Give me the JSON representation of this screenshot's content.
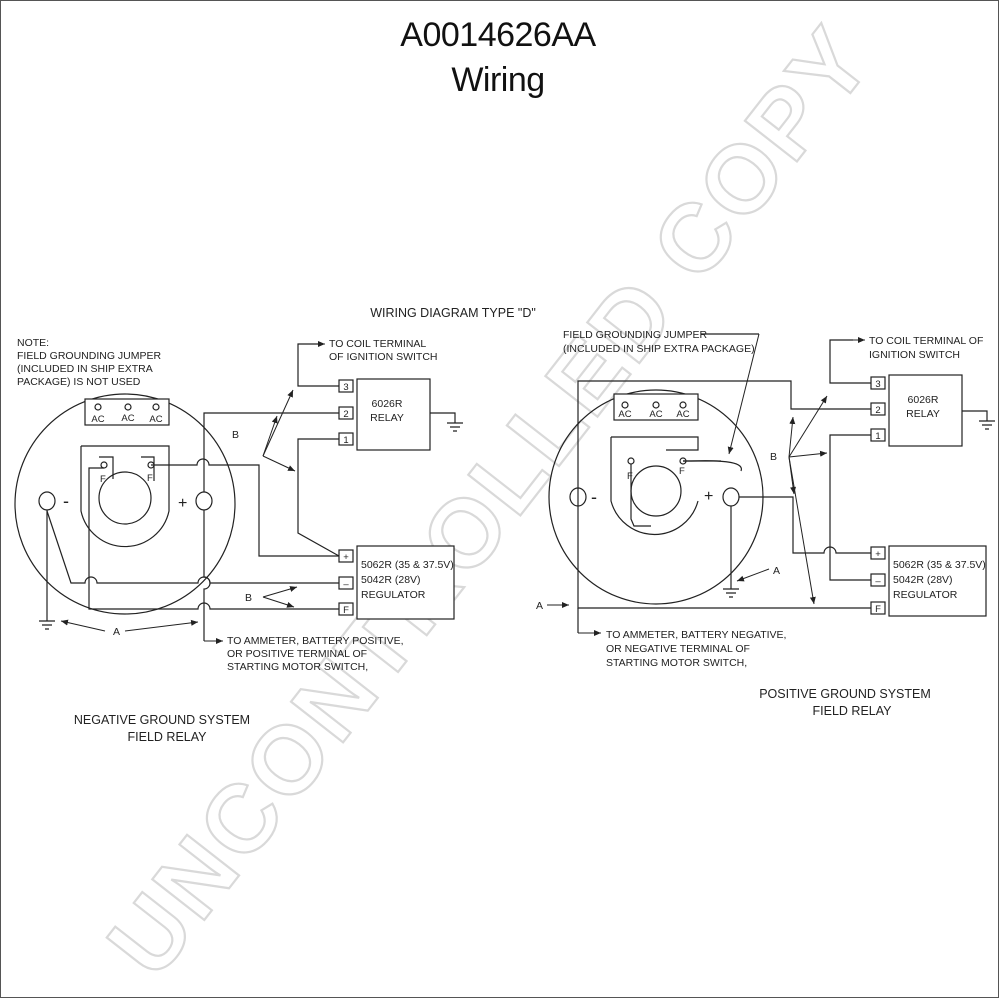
{
  "title": {
    "line1": "A0014626AA",
    "line2": "Wiring"
  },
  "diagram_type": "WIRING DIAGRAM TYPE \"D\"",
  "watermark": "UNCONTROLLED COPY",
  "left": {
    "note_lines": [
      "NOTE:",
      "FIELD GROUNDING JUMPER",
      "(INCLUDED IN SHIP EXTRA",
      "PACKAGE) IS NOT USED"
    ],
    "ac_labels": [
      "AC",
      "AC",
      "AC"
    ],
    "f_labels": [
      "F",
      "F"
    ],
    "minus": "-",
    "plus": "+",
    "coil_lines": [
      "TO COIL TERMINAL",
      "OF IGNITION SWITCH"
    ],
    "relay_name": [
      "6026R",
      "RELAY"
    ],
    "relay_pins": [
      "3",
      "2",
      "1"
    ],
    "regulator_lines": [
      "5062R (35 & 37.5V)",
      "5042R (28V)",
      "REGULATOR"
    ],
    "regulator_pins": [
      "+",
      "–",
      "F"
    ],
    "label_a": "A",
    "label_b1": "B",
    "label_b2": "B",
    "ammeter_lines": [
      "TO AMMETER, BATTERY POSITIVE,",
      "OR POSITIVE TERMINAL OF",
      "STARTING MOTOR SWITCH,"
    ],
    "caption": [
      "NEGATIVE GROUND SYSTEM",
      "FIELD RELAY"
    ]
  },
  "right": {
    "jumper_lines": [
      "FIELD GROUNDING JUMPER",
      "(INCLUDED IN SHIP EXTRA PACKAGE)"
    ],
    "ac_labels": [
      "AC",
      "AC",
      "AC"
    ],
    "f_labels": [
      "F",
      "F"
    ],
    "minus": "-",
    "plus": "+",
    "coil_lines": [
      "TO COIL TERMINAL OF",
      "IGNITION SWITCH"
    ],
    "relay_name": [
      "6026R",
      "RELAY"
    ],
    "relay_pins": [
      "3",
      "2",
      "1"
    ],
    "regulator_lines": [
      "5062R (35 & 37.5V)",
      "5042R (28V)",
      "REGULATOR"
    ],
    "regulator_pins": [
      "+",
      "–",
      "F"
    ],
    "label_a1": "A",
    "label_a2": "A",
    "label_b": "B",
    "ammeter_lines": [
      "TO AMMETER, BATTERY NEGATIVE,",
      "OR NEGATIVE TERMINAL OF",
      "STARTING MOTOR SWITCH,"
    ],
    "caption": [
      "POSITIVE GROUND SYSTEM",
      "FIELD RELAY"
    ]
  }
}
